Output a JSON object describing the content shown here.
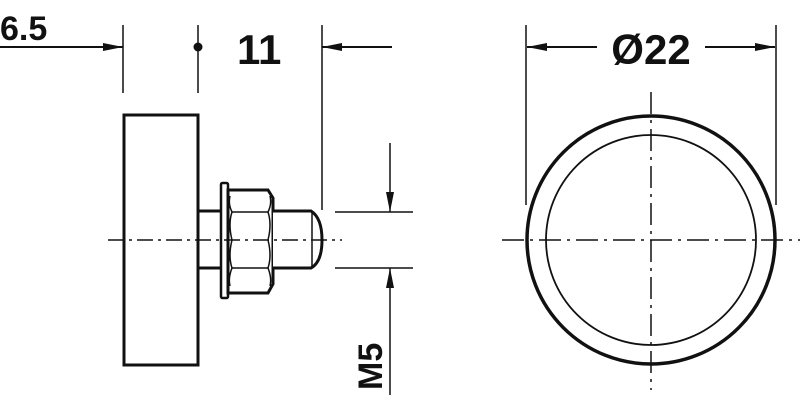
{
  "drawing": {
    "type": "technical-dimension-drawing",
    "line_color": "#111111",
    "background": "#ffffff",
    "side_view": {
      "dimensions": {
        "offset_left": "6.5",
        "length_stud": "11",
        "thread": "M5"
      }
    },
    "front_view": {
      "dimensions": {
        "diameter": "Ø22"
      }
    }
  }
}
